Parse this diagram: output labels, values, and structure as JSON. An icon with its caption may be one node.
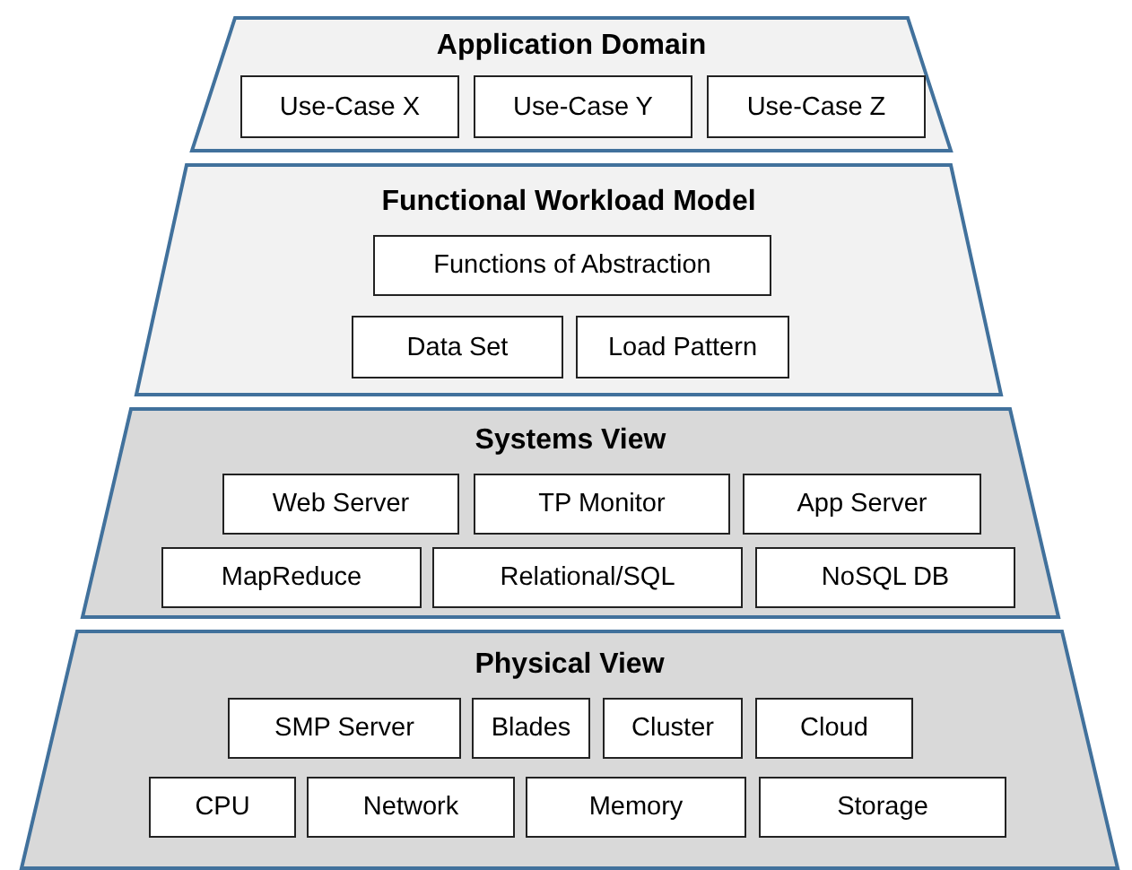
{
  "diagram": {
    "nodes": [
      {
        "text": [
          "Application Domain"
        ]
      },
      {
        "text": [
          "Use-Case X"
        ],
        "in": 0
      },
      {
        "text": [
          "Use-Case Y"
        ],
        "in": 0
      },
      {
        "text": [
          "Use-Case Z"
        ],
        "in": 0
      },
      {
        "text": [
          "Functional Workload Model"
        ]
      },
      {
        "text": [
          "Functions of Abstraction"
        ],
        "in": 4
      },
      {
        "text": [
          "Data Set"
        ],
        "in": 4
      },
      {
        "text": [
          "Load Pattern"
        ],
        "in": 4
      },
      {
        "text": [
          "Systems View"
        ]
      },
      {
        "text": [
          "Web Server"
        ],
        "in": 8
      },
      {
        "text": [
          "TP Monitor"
        ],
        "in": 8
      },
      {
        "text": [
          "App Server"
        ],
        "in": 8
      },
      {
        "text": [
          "MapReduce"
        ],
        "in": 8
      },
      {
        "text": [
          "Relational/SQL"
        ],
        "in": 8
      },
      {
        "text": [
          "NoSQL DB"
        ],
        "in": 8
      },
      {
        "text": [
          "Physical View"
        ]
      },
      {
        "text": [
          "SMP Server"
        ],
        "in": 15
      },
      {
        "text": [
          "Blades"
        ],
        "in": 15
      },
      {
        "text": [
          "Cluster"
        ],
        "in": 15
      },
      {
        "text": [
          "Cloud"
        ],
        "in": 15
      },
      {
        "text": [
          "CPU"
        ],
        "in": 15
      },
      {
        "text": [
          "Network"
        ],
        "in": 15
      },
      {
        "text": [
          "Memory"
        ],
        "in": 15
      },
      {
        "text": [
          "Storage"
        ],
        "in": 15
      }
    ]
  }
}
